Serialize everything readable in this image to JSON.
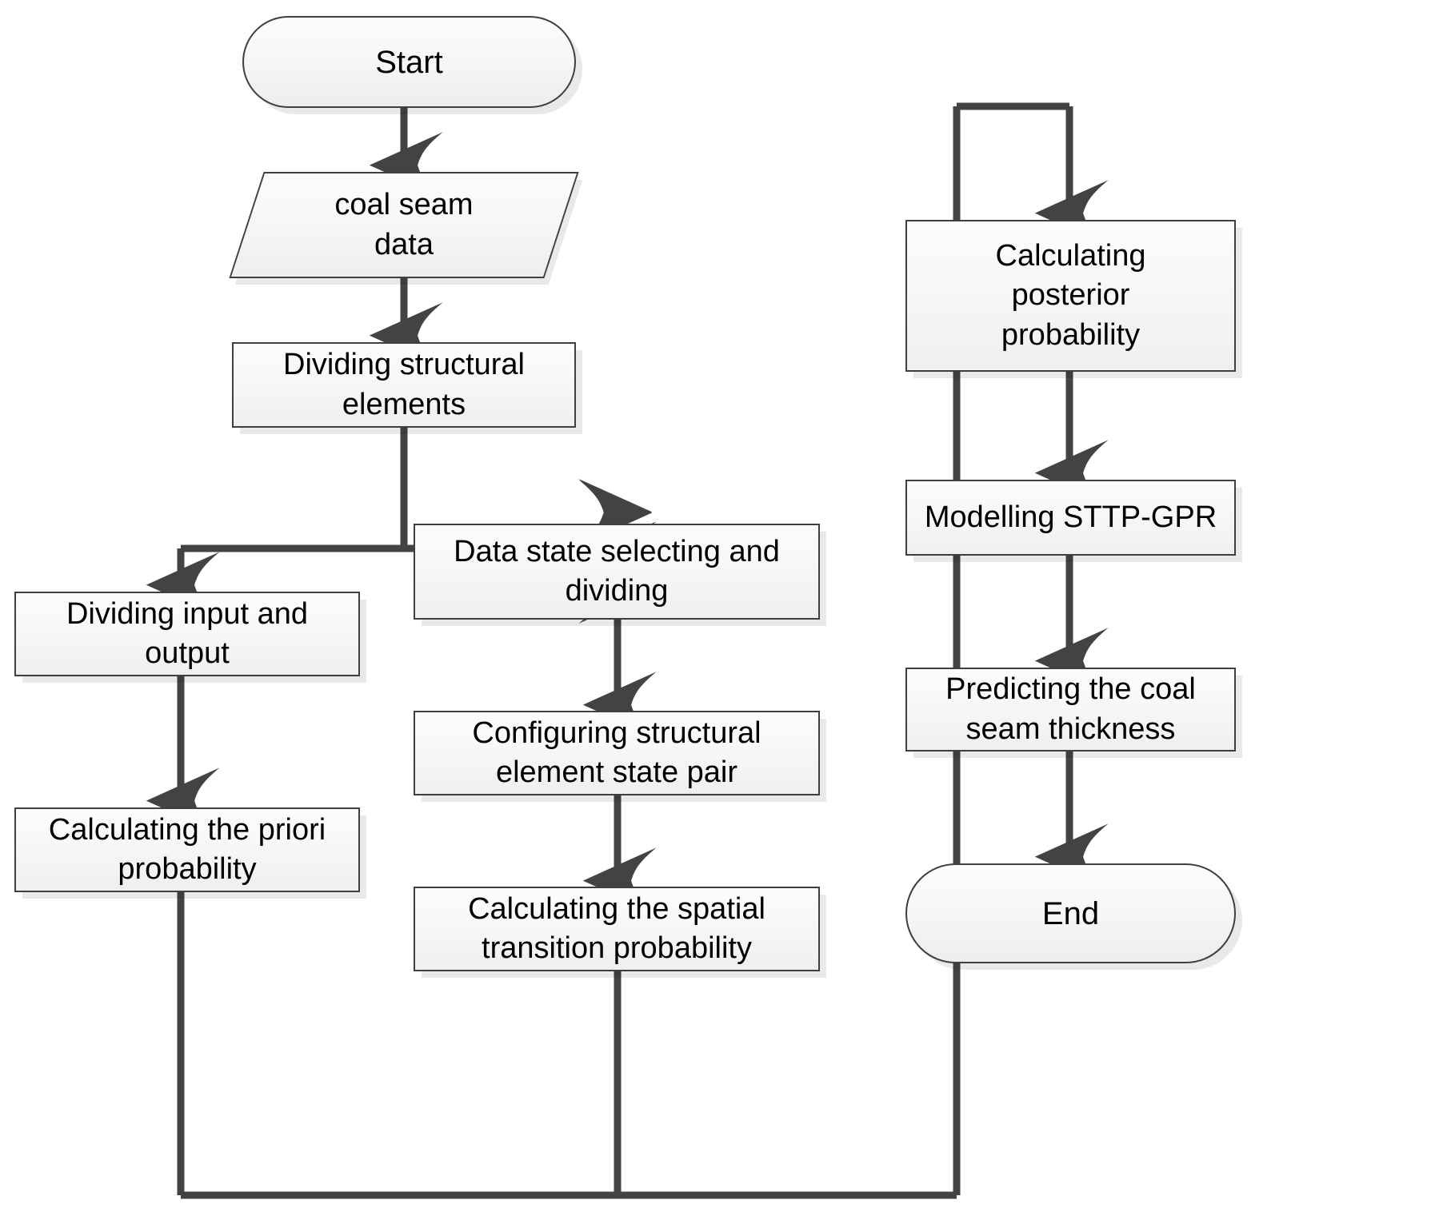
{
  "diagram": {
    "type": "flowchart",
    "title_text": "",
    "stroke_color": "#3f3f3f",
    "fill_color": "#f5f5f5",
    "text_color": "#000000",
    "nodes": [
      {
        "id": "start",
        "shape": "terminator",
        "label": "Start"
      },
      {
        "id": "coal_data",
        "shape": "data",
        "label": "coal seam\ndata"
      },
      {
        "id": "divide_struct",
        "shape": "process",
        "label": "Dividing structural\nelements"
      },
      {
        "id": "divide_io",
        "shape": "process",
        "label": "Dividing input and\noutput"
      },
      {
        "id": "priori",
        "shape": "process",
        "label": "Calculating the priori\nprobability"
      },
      {
        "id": "data_state",
        "shape": "process",
        "label": "Data state selecting and\ndividing"
      },
      {
        "id": "config_pair",
        "shape": "process",
        "label": "Configuring structural\nelement state pair"
      },
      {
        "id": "spatial_trans",
        "shape": "process",
        "label": "Calculating the spatial\ntransition probability"
      },
      {
        "id": "posterior",
        "shape": "process",
        "label": "Calculating\nposterior\nprobability"
      },
      {
        "id": "model_sttp",
        "shape": "process",
        "label": "Modelling STTP-GPR"
      },
      {
        "id": "predict",
        "shape": "process",
        "label": "Predicting the coal\nseam thickness"
      },
      {
        "id": "end",
        "shape": "terminator",
        "label": "End"
      }
    ],
    "edges": [
      {
        "from": "start",
        "to": "coal_data",
        "style": "straight-down",
        "arrow": true
      },
      {
        "from": "coal_data",
        "to": "divide_struct",
        "style": "straight-down",
        "arrow": true
      },
      {
        "from": "divide_struct",
        "to": "divide_io",
        "style": "split-left",
        "arrow": true
      },
      {
        "from": "divide_struct",
        "to": "data_state",
        "style": "split-right",
        "arrow": true
      },
      {
        "from": "divide_io",
        "to": "priori",
        "style": "straight-down",
        "arrow": true
      },
      {
        "from": "data_state",
        "to": "config_pair",
        "style": "straight-down",
        "arrow": true
      },
      {
        "from": "config_pair",
        "to": "spatial_trans",
        "style": "straight-down",
        "arrow": true
      },
      {
        "from": "priori",
        "to": "posterior",
        "style": "loop-bottom-right",
        "arrow": false
      },
      {
        "from": "spatial_trans",
        "to": "posterior",
        "style": "loop-bottom-right",
        "arrow": true
      },
      {
        "from": "posterior",
        "to": "model_sttp",
        "style": "straight-down",
        "arrow": true
      },
      {
        "from": "model_sttp",
        "to": "predict",
        "style": "straight-down",
        "arrow": true
      },
      {
        "from": "predict",
        "to": "end",
        "style": "straight-down",
        "arrow": true
      }
    ]
  }
}
